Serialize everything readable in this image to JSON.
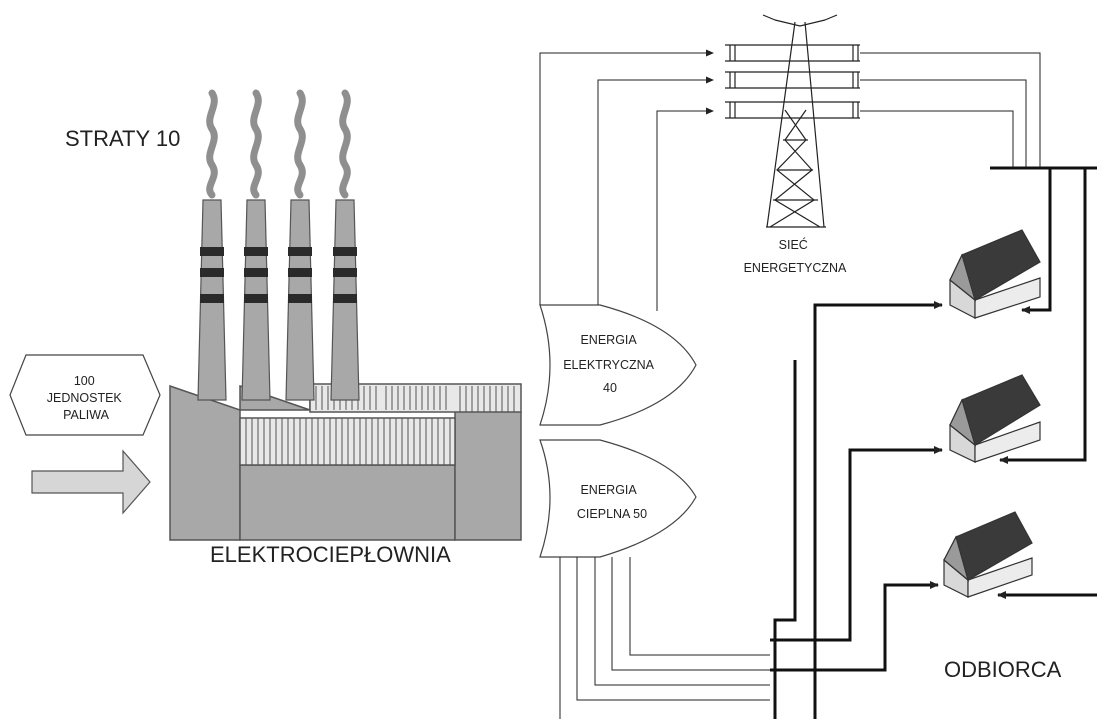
{
  "labels": {
    "losses": "STRATY 10",
    "fuel_lines": [
      "100",
      "JEDNOSTEK",
      "PALIWA"
    ],
    "plant": "ELEKTROCIEPŁOWNIA",
    "electric_lines": [
      "ENERGIA",
      "ELEKTRYCZNA",
      "40"
    ],
    "heat_lines": [
      "ENERGIA",
      "CIEPLNA 50"
    ],
    "grid_lines": [
      "SIEĆ",
      "ENERGETYCZNA"
    ],
    "consumer": "ODBIORCA"
  },
  "colors": {
    "building_fill": "#a8a8a8",
    "building_stroke": "#555555",
    "smoke": "#8f8f8f",
    "roof": "#3a3a3a",
    "wall": "#d8d8d8",
    "arrow_fill": "#d6d6d6",
    "line": "#222222"
  },
  "icons": [
    "fuel-input-arrow-icon",
    "transmission-tower-icon",
    "house-icon",
    "smokestack-icon"
  ]
}
